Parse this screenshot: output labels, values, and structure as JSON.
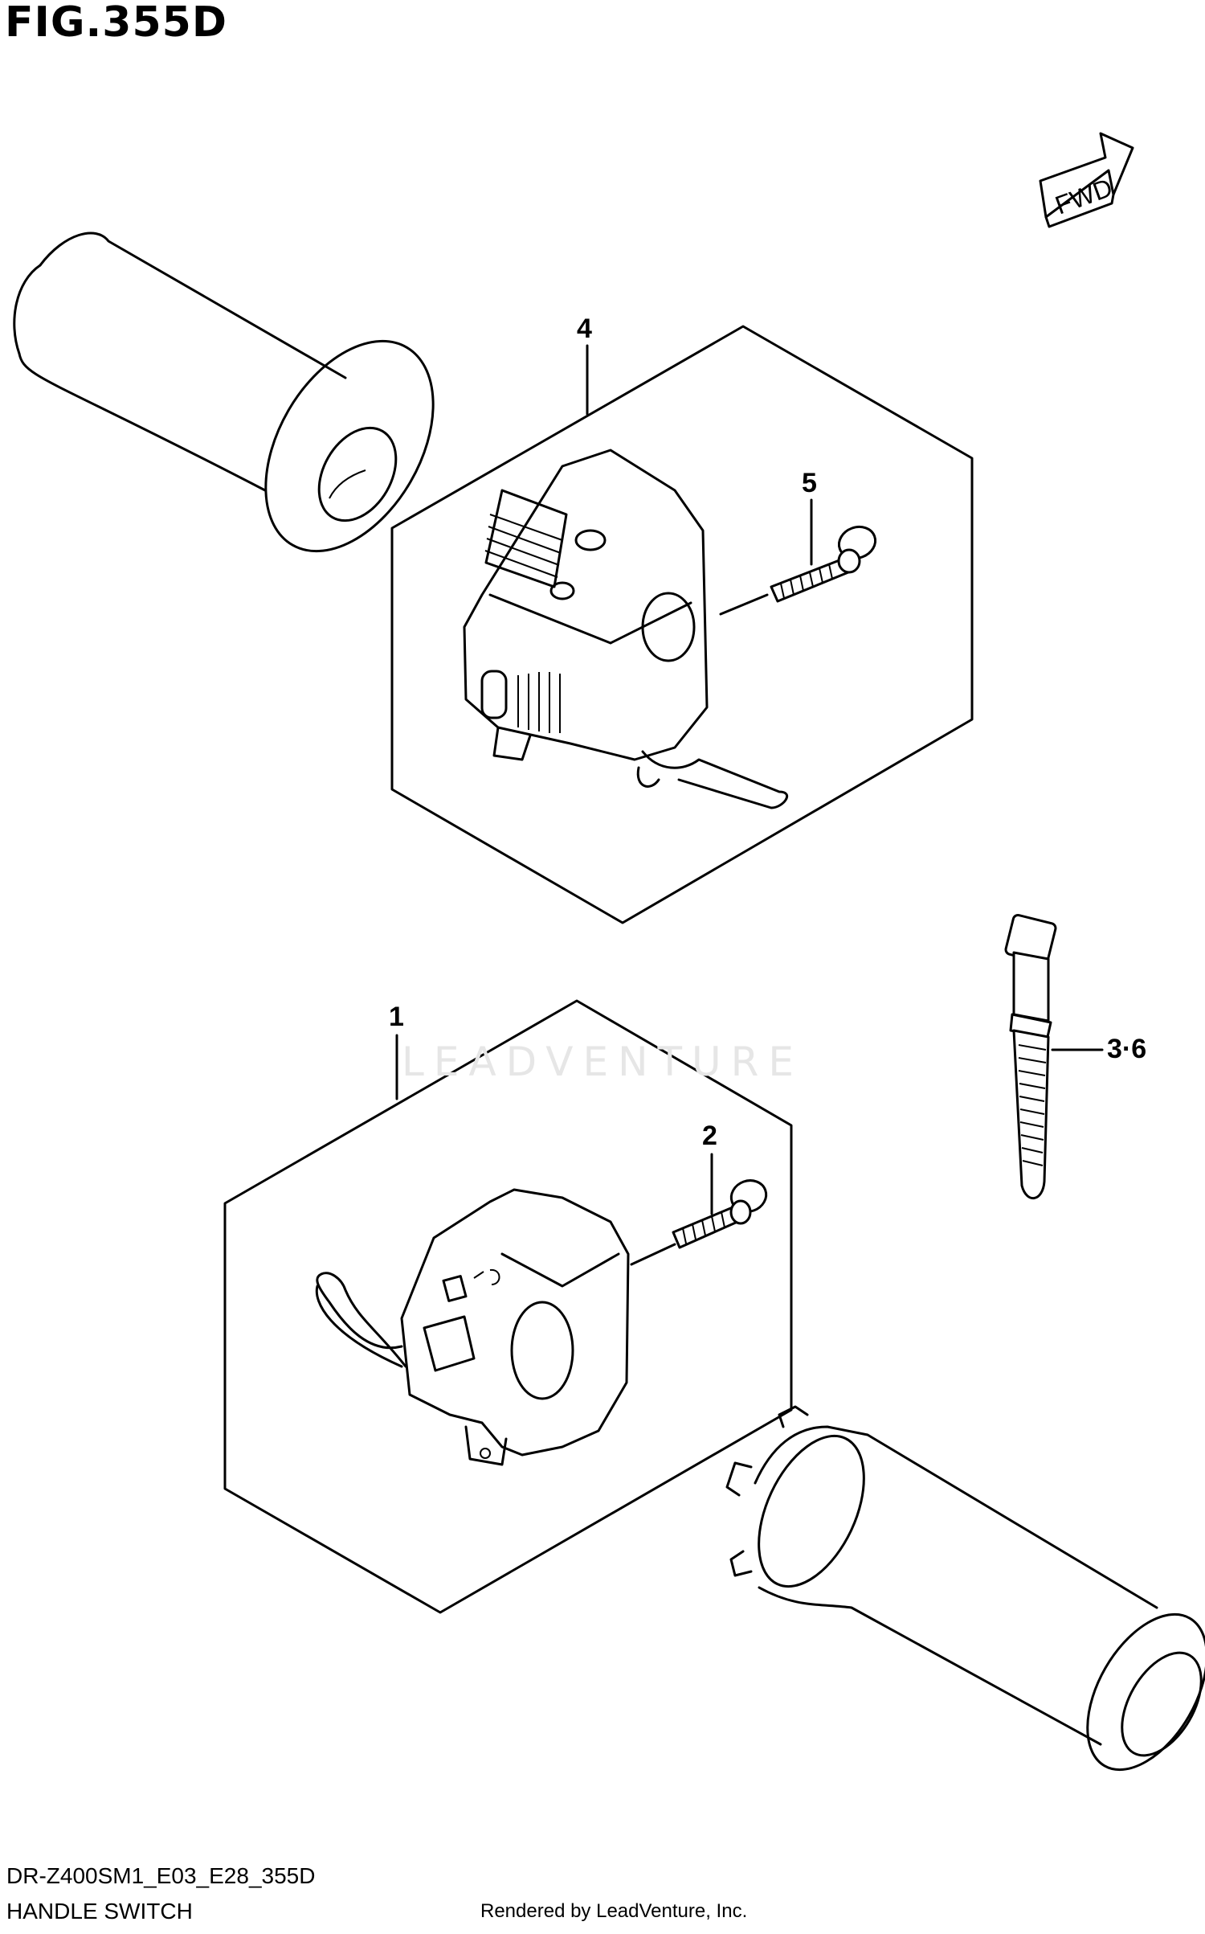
{
  "header": {
    "figure_title": "FIG.355D"
  },
  "fwd_label": "FWD",
  "watermark": "LEADVENTURE",
  "callouts": {
    "c1": "1",
    "c2": "2",
    "c3_6": "3·6",
    "c4": "4",
    "c5": "5"
  },
  "footer": {
    "diagram_code": "DR-Z400SM1_E03_E28_355D",
    "diagram_name": "HANDLE SWITCH",
    "rendered_by": "Rendered by LeadVenture, Inc."
  }
}
